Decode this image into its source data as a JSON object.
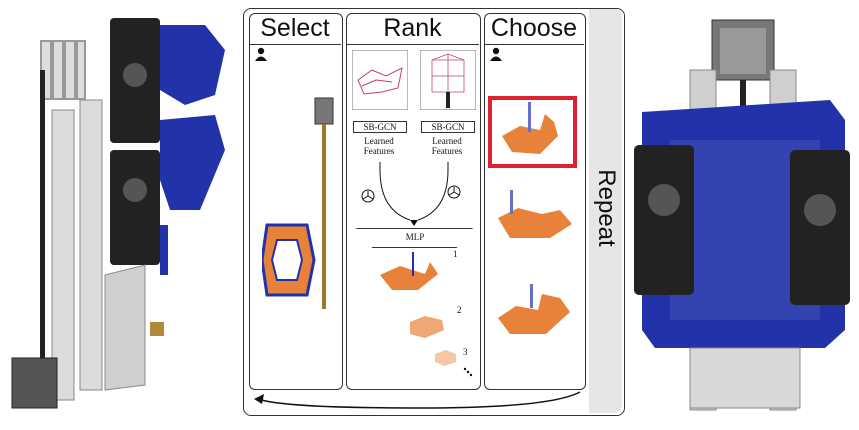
{
  "panels": {
    "select": {
      "title": "Select"
    },
    "rank": {
      "title": "Rank",
      "gcn_left": {
        "label": "SB-GCN",
        "features": "Learned Features"
      },
      "gcn_right": {
        "label": "SB-GCN",
        "features": "Learned Features"
      },
      "mlp_label": "MLP",
      "rank_numbers": [
        "1",
        "2",
        "3"
      ]
    },
    "choose": {
      "title": "Choose"
    },
    "repeat": {
      "label": "Repeat"
    }
  },
  "colors": {
    "frame": "#333333",
    "repeat_bg": "#e6e6e6",
    "part_blue": "#2233aa",
    "part_orange": "#e8823a",
    "selection_red": "#e0212f",
    "dark_part": "#222222"
  },
  "icons": [
    "person-icon",
    "selector-icon",
    "arrow-icon"
  ]
}
